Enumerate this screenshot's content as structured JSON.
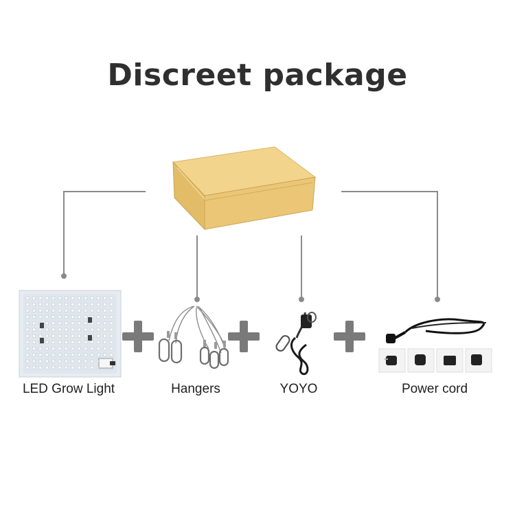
{
  "title": "Discreet package",
  "items": [
    {
      "label": "LED Grow Light"
    },
    {
      "label": "Hangers"
    },
    {
      "label": "YOYO"
    },
    {
      "label": "Power cord"
    }
  ],
  "colors": {
    "title": "#2f2f2f",
    "connector": "#8a8a8a",
    "box": "#e9c779",
    "plus": "#7a7a7a"
  }
}
